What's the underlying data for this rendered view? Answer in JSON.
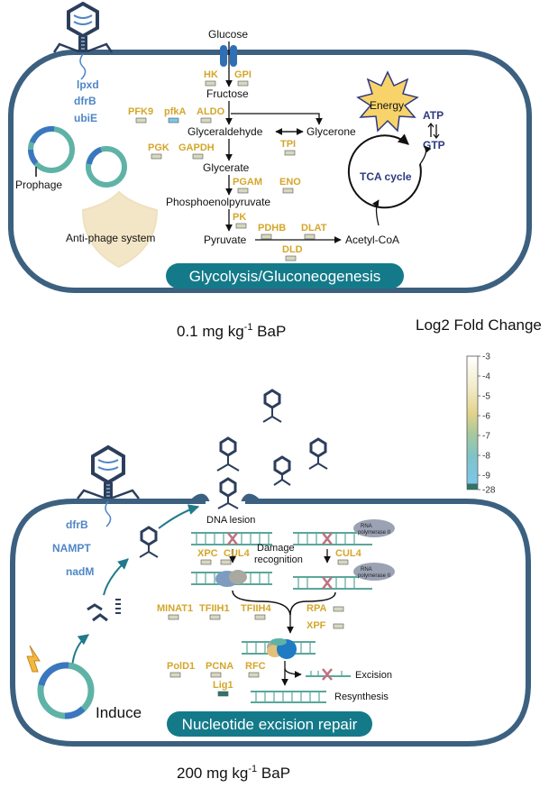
{
  "top_panel": {
    "metabolites": {
      "glucose": "Glucose",
      "fructose": "Fructose",
      "glyceraldehyde": "Glyceraldehyde",
      "glycerone": "Glycerone",
      "glycerate": "Glycerate",
      "pep": "Phosphoenolpyruvate",
      "pyruvate": "Pyruvate",
      "acetyl_coa": "Acetyl-CoA"
    },
    "genes": {
      "hk": "HK",
      "gpi": "GPI",
      "pfk9": "PFK9",
      "pfka": "pfkA",
      "aldo": "ALDO",
      "pgk": "PGK",
      "gapdh": "GAPDH",
      "tpi": "TPI",
      "pgam": "PGAM",
      "eno": "ENO",
      "pk": "PK",
      "pdhb": "PDHB",
      "dlat": "DLAT",
      "dld": "DLD"
    },
    "phage_genes": [
      "lpxd",
      "dfrB",
      "ubiE"
    ],
    "prophage_label": "Prophage",
    "antiphage_label": "Anti-phage system",
    "energy_label": "Energy",
    "atp_label": "ATP",
    "gtp_label": "GTP",
    "tca_label": "TCA cycle",
    "pathway_banner": "Glycolysis/Gluconeogenesis",
    "condition": {
      "value": "0.1 mg kg",
      "sup": "-1",
      "suffix": " BaP"
    }
  },
  "legend": {
    "title": "Log2 Fold Change",
    "ticks": [
      "-3",
      "-4",
      "-5",
      "-6",
      "-7",
      "-8",
      "-9",
      "-28"
    ],
    "colors": [
      "#ffffff",
      "#f3eed3",
      "#e4d58c",
      "#b9c98c",
      "#88c4c0",
      "#6fb6d9",
      "#8ed0ee",
      "#2e7568"
    ]
  },
  "bottom_panel": {
    "phage_genes": [
      "dfrB",
      "NAMPT",
      "nadM"
    ],
    "dna_lesion_label": "DNA lesion",
    "damage_recognition_label": [
      "Damage",
      "recognition"
    ],
    "rna_pol_label": [
      "RNA",
      "polymerase II"
    ],
    "genes": {
      "xpc": "XPC",
      "cul4_left": "CUL4",
      "cul4_right": "CUL4",
      "minat1": "MINAT1",
      "tfiih1": "TFIIH1",
      "tfiih4": "TFIIH4",
      "rpa": "RPA",
      "xpf": "XPF",
      "pold1": "PolD1",
      "pcna": "PCNA",
      "rfc": "RFC",
      "lig1": "Lig1"
    },
    "excision_label": "Excision",
    "resynthesis_label": "Resynthesis",
    "induce_label": "Induce",
    "pathway_banner": "Nucleotide excision repair",
    "condition": {
      "value": "200 mg kg",
      "sup": "-1",
      "suffix": " BaP"
    }
  },
  "colors": {
    "membrane": "#3c6080",
    "gene_text": "#d4a62a",
    "phage_gene_text": "#4f86c6",
    "banner": "#147a8a",
    "phage": "#2c3e5c"
  }
}
